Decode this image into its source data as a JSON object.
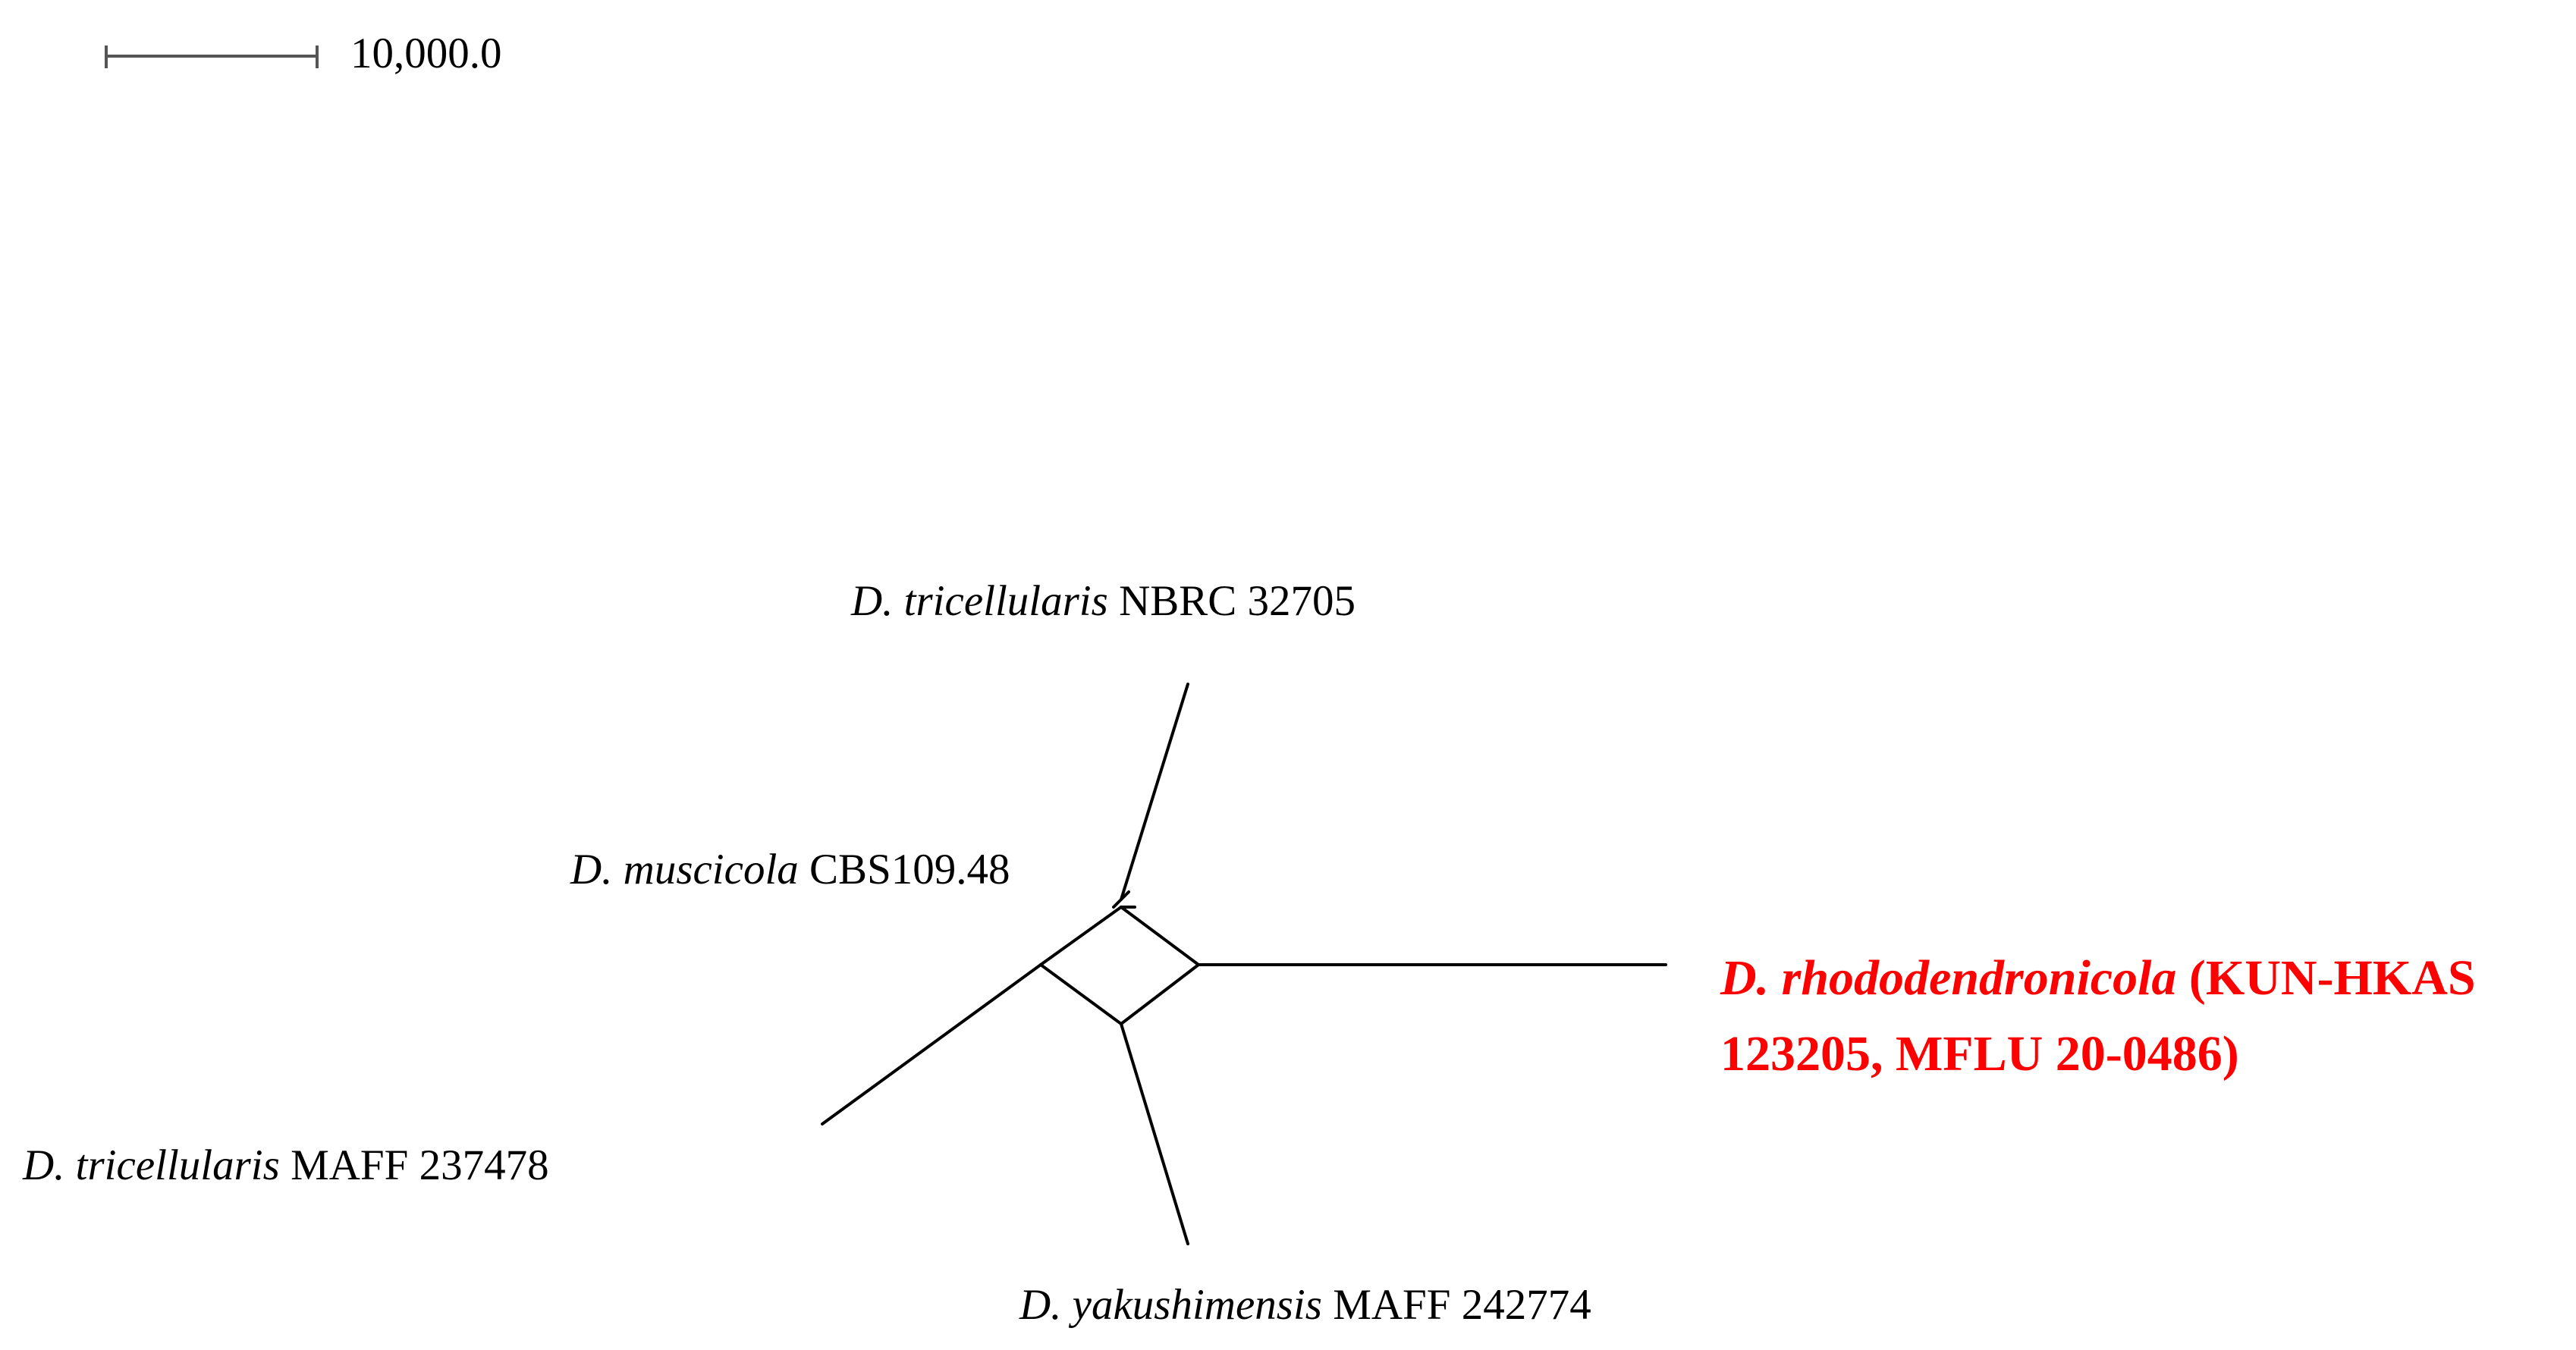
{
  "scale_bar": {
    "label": "10,000.0"
  },
  "taxa": {
    "tricellularis_nbrc": {
      "species": "D. tricellularis",
      "strain": "NBRC 32705"
    },
    "muscicola": {
      "species": "D. muscicola",
      "strain": "CBS109.48"
    },
    "tricellularis_maff": {
      "species": "D. tricellularis",
      "strain": "MAFF 237478"
    },
    "yakushimensis": {
      "species": "D. yakushimensis",
      "strain": "MAFF 242774"
    },
    "rhododendronicola": {
      "species": "D. rhododendronicola",
      "strain_line1": "(KUN-HKAS",
      "strain_line2": "123205, MFLU 20-0486)",
      "color": "#ff0000"
    }
  },
  "colors": {
    "edge": "#000000",
    "scale_bar": "#555555",
    "highlight": "#ff0000"
  }
}
